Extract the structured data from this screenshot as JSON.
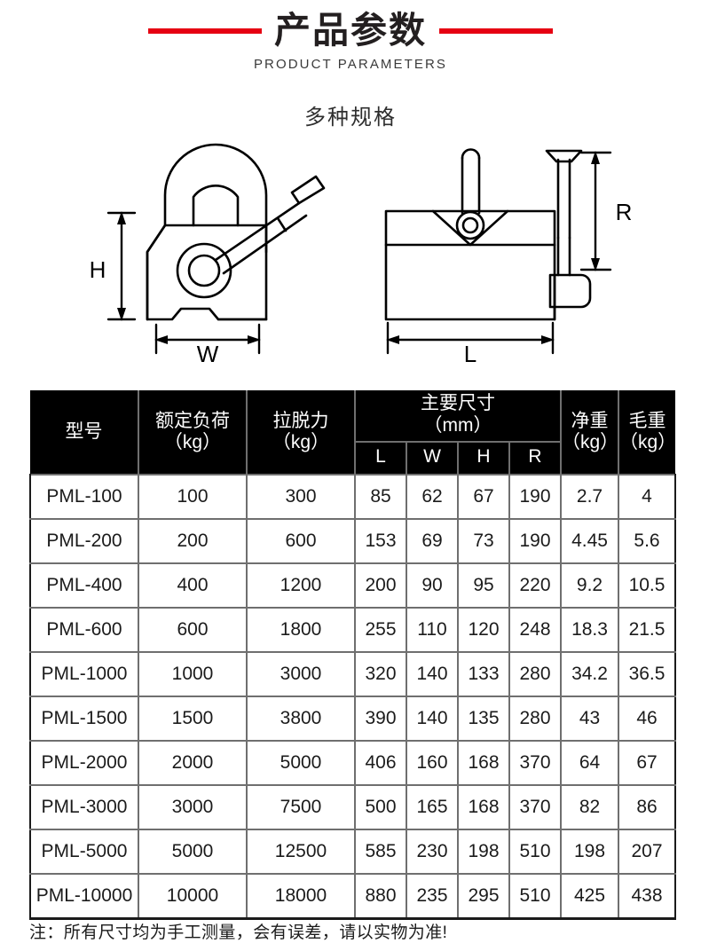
{
  "header": {
    "title_cn": "产品参数",
    "title_en": "PRODUCT PARAMETERS",
    "subtitle": "多种规格",
    "accent_color": "#e60012",
    "title_color": "#231f20"
  },
  "diagram": {
    "front_view": {
      "height_label": "H",
      "width_label": "W"
    },
    "side_view": {
      "length_label": "L",
      "radius_label": "R"
    },
    "line_color": "#000000"
  },
  "table": {
    "header": {
      "model": "型号",
      "rated_load": "额定负荷\n（kg）",
      "rated_load_line1": "额定负荷",
      "rated_load_line2": "（kg）",
      "breakaway_force_line1": "拉脱力",
      "breakaway_force_line2": "（kg）",
      "dimensions_line1": "主要尺寸",
      "dimensions_line2": "（mm）",
      "dim_l": "L",
      "dim_w": "W",
      "dim_h": "H",
      "dim_r": "R",
      "net_weight_line1": "净重",
      "net_weight_line2": "（kg）",
      "gross_weight_line1": "毛重",
      "gross_weight_line2": "（kg）"
    },
    "rows": [
      {
        "model": "PML-100",
        "rated_load": "100",
        "breakaway": "300",
        "l": "85",
        "w": "62",
        "h": "67",
        "r": "190",
        "net_weight": "2.7",
        "gross_weight": "4"
      },
      {
        "model": "PML-200",
        "rated_load": "200",
        "breakaway": "600",
        "l": "153",
        "w": "69",
        "h": "73",
        "r": "190",
        "net_weight": "4.45",
        "gross_weight": "5.6"
      },
      {
        "model": "PML-400",
        "rated_load": "400",
        "breakaway": "1200",
        "l": "200",
        "w": "90",
        "h": "95",
        "r": "220",
        "net_weight": "9.2",
        "gross_weight": "10.5"
      },
      {
        "model": "PML-600",
        "rated_load": "600",
        "breakaway": "1800",
        "l": "255",
        "w": "110",
        "h": "120",
        "r": "248",
        "net_weight": "18.3",
        "gross_weight": "21.5"
      },
      {
        "model": "PML-1000",
        "rated_load": "1000",
        "breakaway": "3000",
        "l": "320",
        "w": "140",
        "h": "133",
        "r": "280",
        "net_weight": "34.2",
        "gross_weight": "36.5"
      },
      {
        "model": "PML-1500",
        "rated_load": "1500",
        "breakaway": "3800",
        "l": "390",
        "w": "140",
        "h": "135",
        "r": "280",
        "net_weight": "43",
        "gross_weight": "46"
      },
      {
        "model": "PML-2000",
        "rated_load": "2000",
        "breakaway": "5000",
        "l": "406",
        "w": "160",
        "h": "168",
        "r": "370",
        "net_weight": "64",
        "gross_weight": "67"
      },
      {
        "model": "PML-3000",
        "rated_load": "3000",
        "breakaway": "7500",
        "l": "500",
        "w": "165",
        "h": "168",
        "r": "370",
        "net_weight": "82",
        "gross_weight": "86"
      },
      {
        "model": "PML-5000",
        "rated_load": "5000",
        "breakaway": "12500",
        "l": "585",
        "w": "230",
        "h": "198",
        "r": "510",
        "net_weight": "198",
        "gross_weight": "207"
      },
      {
        "model": "PML-10000",
        "rated_load": "10000",
        "breakaway": "18000",
        "l": "880",
        "w": "235",
        "h": "295",
        "r": "510",
        "net_weight": "425",
        "gross_weight": "438"
      }
    ]
  },
  "footnote": "注：所有尺寸均为手工测量，会有误差，请以实物为准!"
}
